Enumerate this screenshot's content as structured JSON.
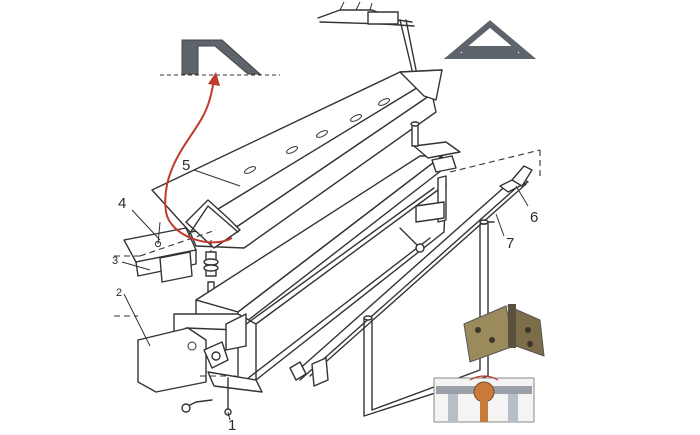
{
  "callouts": {
    "c1": "1",
    "c2": "2",
    "c3": "3",
    "c4": "4",
    "c5": "5",
    "c6": "6",
    "c7": "7"
  },
  "colors": {
    "line": "#333333",
    "arrow": "#c0392b",
    "icon_dark": "#555b63",
    "hinge": "#8a7a52",
    "hinge_copper": "#c87a3a"
  },
  "icons": [
    "bend-profile-icon",
    "triangle-profile-icon",
    "welding-torch-icon",
    "hinge-photo-icon",
    "hinge-section-icon"
  ]
}
